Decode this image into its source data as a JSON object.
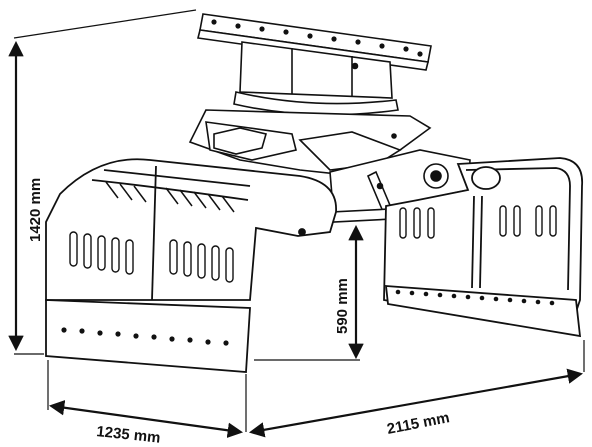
{
  "dimensions": {
    "height": "1420 mm",
    "opening_height": "590 mm",
    "width": "1235 mm",
    "length": "2115 mm"
  },
  "colors": {
    "line": "#111111",
    "fill": "#ffffff",
    "accent": "#000000"
  }
}
